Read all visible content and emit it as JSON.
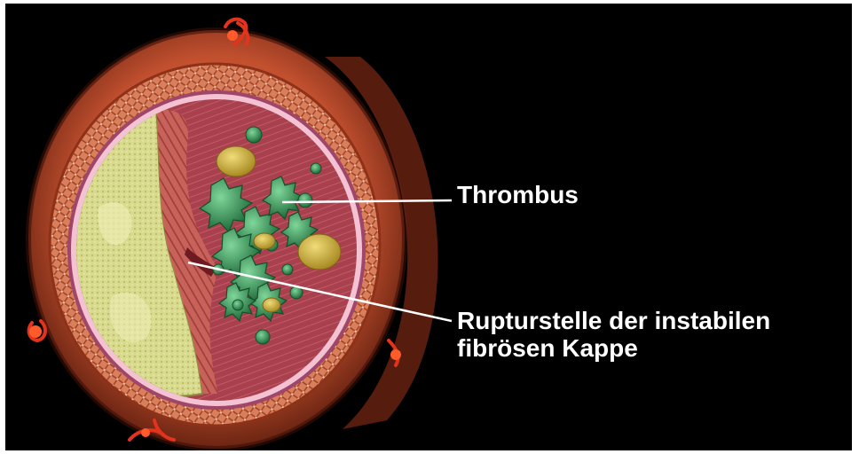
{
  "labels": {
    "thrombus": "Thrombus",
    "rupture_line1": "Rupturstelle der instabilen",
    "rupture_line2": "fibrösen Kappe"
  },
  "colors": {
    "background": "#000000",
    "label_text": "#ffffff",
    "leader_line": "#ffffff",
    "vessel_wall": "#c8573a",
    "inner_lining": "#f0b0c8",
    "plaque": "#d6d98c",
    "thrombus": "#3fa05f",
    "blood_cells": "#c9a93a",
    "lumen": "#a83c4c"
  }
}
